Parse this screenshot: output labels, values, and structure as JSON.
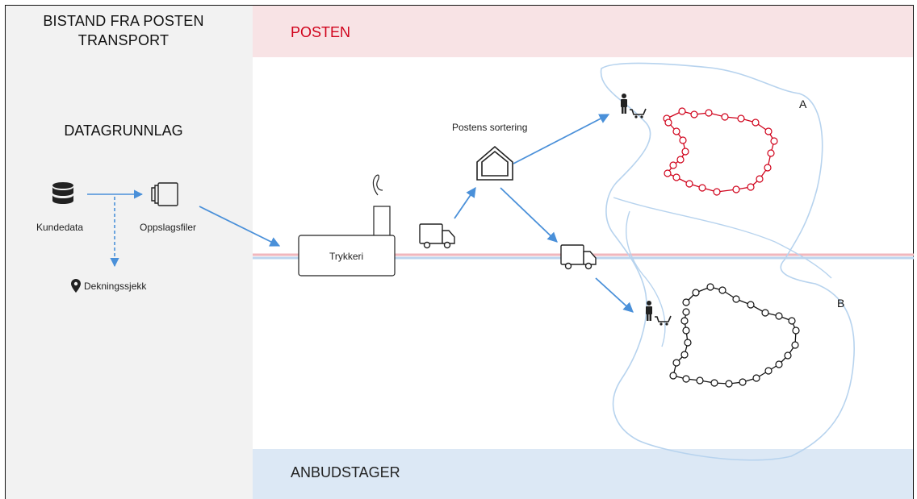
{
  "title": {
    "line1": "BISTAND FRA POSTEN",
    "line2": "TRANSPORT"
  },
  "left": {
    "heading": "DATAGRUNNLAG",
    "customer_data_label": "Kundedata",
    "lookup_files_label": "Oppslagsfiler",
    "coverage_check_label": "Dekningssjekk"
  },
  "bands": {
    "top_label": "POSTEN",
    "bottom_label": "ANBUDSTAGER",
    "top_color": "#f8e3e5",
    "bottom_color": "#dce8f5"
  },
  "nodes": {
    "printer_label": "Trykkeri",
    "sorting_label": "Postens sortering"
  },
  "routes": {
    "route_a_label": "A",
    "route_b_label": "B",
    "route_a_color": "#d0021b",
    "route_b_color": "#111111"
  },
  "colors": {
    "arrow": "#4a90d9",
    "area_outline": "#b7d3ee"
  },
  "icons": [
    "database-icon",
    "files-icon",
    "location-pin-icon",
    "factory-icon",
    "truck-icon",
    "house-icon",
    "mail-carrier-icon"
  ]
}
